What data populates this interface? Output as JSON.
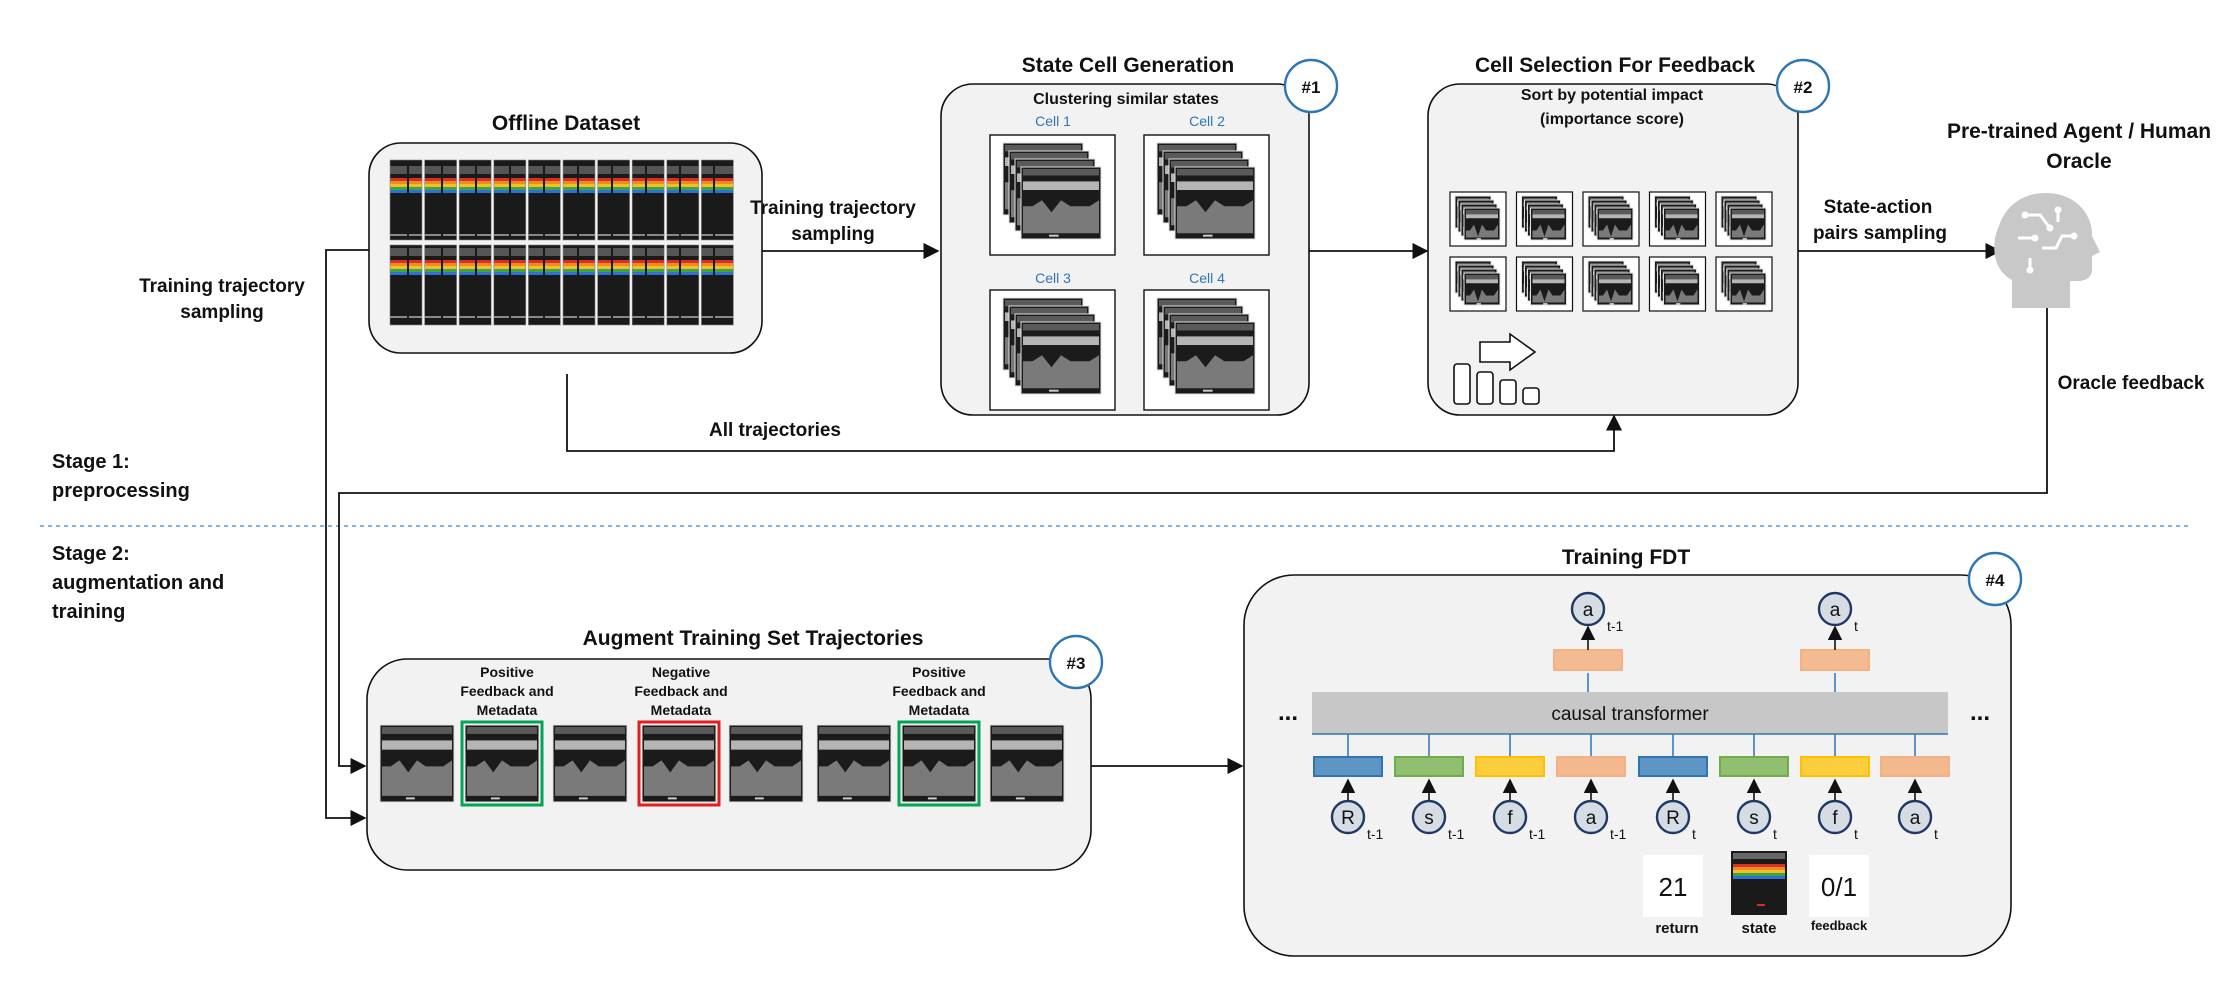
{
  "stage1": {
    "line1": "Stage 1:",
    "line2": "preprocessing"
  },
  "stage2": {
    "line1": "Stage 2:",
    "line2": "augmentation and",
    "line3": "training"
  },
  "offline": {
    "title": "Offline Dataset"
  },
  "sampling_left": {
    "line1": "Training trajectory",
    "line2": "sampling"
  },
  "sampling_mid": {
    "line1": "Training trajectory",
    "line2": "sampling"
  },
  "all_trajectories": "All trajectories",
  "cell_gen": {
    "title": "State Cell Generation",
    "subtitle": "Clustering similar states",
    "badge": "#1",
    "cells": [
      "Cell 1",
      "Cell 2",
      "Cell 3",
      "Cell 4"
    ]
  },
  "cell_sel": {
    "title": "Cell Selection For Feedback",
    "subtitle1": "Sort by potential impact",
    "subtitle2": "(importance score)",
    "badge": "#2"
  },
  "oracle": {
    "title1": "Pre-trained Agent / Human",
    "title2": "Oracle",
    "pairs1": "State-action",
    "pairs2": "pairs sampling",
    "feedback": "Oracle feedback"
  },
  "augment": {
    "title": "Augment Training Set Trajectories",
    "badge": "#3",
    "pos1": [
      "Positive",
      "Feedback and",
      "Metadata"
    ],
    "neg": [
      "Negative",
      "Feedback and",
      "Metadata"
    ],
    "pos2": [
      "Positive",
      "Feedback and",
      "Metadata"
    ]
  },
  "fdt": {
    "title": "Training FDT",
    "badge": "#4",
    "transformer": "causal transformer",
    "ellipsis": "...",
    "out_a": "a",
    "out_sub1": "t-1",
    "out_sub2": "t",
    "tokens": [
      {
        "main": "R",
        "sub": "t-1"
      },
      {
        "main": "s",
        "sub": "t-1"
      },
      {
        "main": "f",
        "sub": "t-1"
      },
      {
        "main": "a",
        "sub": "t-1"
      },
      {
        "main": "R",
        "sub": "t"
      },
      {
        "main": "s",
        "sub": "t"
      },
      {
        "main": "f",
        "sub": "t"
      },
      {
        "main": "a",
        "sub": "t"
      }
    ],
    "return_value": "21",
    "return_label": "return",
    "state_label": "state",
    "feedback_value": "0/1",
    "feedback_label": "feedback"
  },
  "colors": {
    "R": "#2e75b6",
    "s": "#70ad47",
    "f": "#ffc000",
    "a": "#f4b183",
    "badge": "#2e75b6",
    "positive": "#00a651",
    "negative": "#e02020"
  }
}
